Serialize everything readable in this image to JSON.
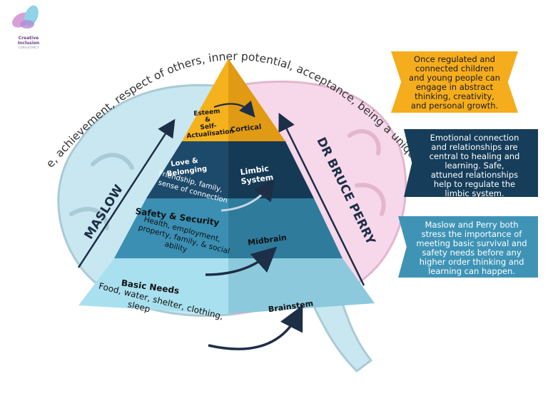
{
  "logo": {
    "name": "Creative Inclusion",
    "tagline": "CONSULTANCY"
  },
  "arc_text": "Confidence, achievement, respect of others, inner potential, acceptance, being a unique individual.",
  "left_label": "MASLOW",
  "right_label": "DR BRUCE PERRY",
  "pyramid": {
    "esteem": {
      "title_lines": [
        "Esteem",
        "&",
        "Self-",
        "Actualisation"
      ],
      "region": "Cortical"
    },
    "love": {
      "title_lines": [
        "Love &",
        "Belonging"
      ],
      "desc_lines": [
        "Friendship, family,",
        "sense of connection"
      ],
      "region_lines": [
        "Limbic",
        "System"
      ]
    },
    "safety": {
      "title": "Safety & Security",
      "desc_lines": [
        "Health, employment,",
        "property, family, & social",
        "ability"
      ],
      "region": "Midbrain"
    },
    "basic": {
      "title": "Basic Needs",
      "desc_lines": [
        "Food, water, shelter, clothing,",
        "sleep"
      ],
      "region": "Brainstem"
    }
  },
  "notes": {
    "note1_lines": [
      "Once regulated and",
      "connected children",
      "and young people can",
      "engage in abstract",
      "thinking, creativity,",
      "and personal growth."
    ],
    "note2_lines": [
      "Emotional connection",
      "and relationships are",
      "central to healing and",
      "learning. Safe,",
      "attuned relationships",
      "help to regulate the",
      "limbic system."
    ],
    "note3_lines": [
      "Maslow and Perry both",
      "stress the importance of",
      "meeting basic survival and",
      "safety needs before any",
      "higher order thinking and",
      "learning can happen."
    ]
  },
  "colors": {
    "esteem_front": "#f6b21c",
    "esteem_side": "#e09a14",
    "love_front": "#1d4a6b",
    "love_side": "#153a55",
    "safety_front": "#3a8fb3",
    "safety_side": "#2f7b9c",
    "basic_front": "#a9e0ef",
    "basic_side": "#8cc9dc",
    "brain_left": "#c9e7f0",
    "brain_right": "#f6d8ea",
    "text_dark": "#1d2e47"
  }
}
